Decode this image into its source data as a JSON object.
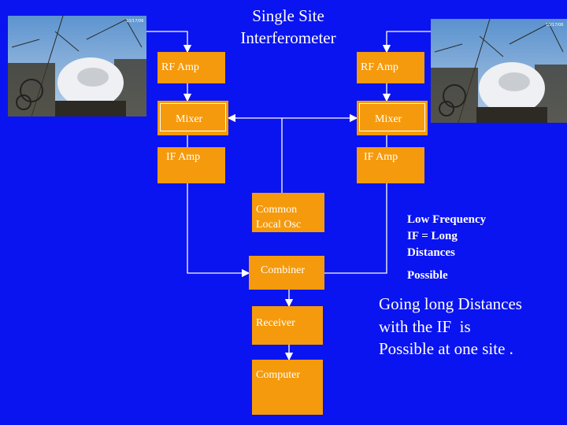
{
  "title": {
    "line1": "Single Site",
    "line2": "Interferometer"
  },
  "left_chain": {
    "rf_amp": "RF Amp",
    "mixer": "Mixer",
    "if_amp": "IF Amp"
  },
  "right_chain": {
    "rf_amp": "RF Amp",
    "mixer": "Mixer",
    "if_amp": "IF Amp"
  },
  "center_chain": {
    "local_osc_line1": "Common",
    "local_osc_line2": "Local Osc",
    "combiner": "Combiner",
    "receiver": "Receiver",
    "computer": "Computer"
  },
  "notes": {
    "low_freq": [
      "Low Frequency",
      "IF = Long",
      "Distances"
    ],
    "possible": "Possible",
    "going_long": [
      "Going long Distances",
      "with the IF  is",
      "Possible at one site ."
    ]
  },
  "photos": {
    "left_caption": "antenna-dish-photo",
    "right_caption": "antenna-dish-photo"
  },
  "colors": {
    "background": "#0a14f0",
    "box": "#f59a0c",
    "text": "#ffffff",
    "line": "#ffffff"
  }
}
